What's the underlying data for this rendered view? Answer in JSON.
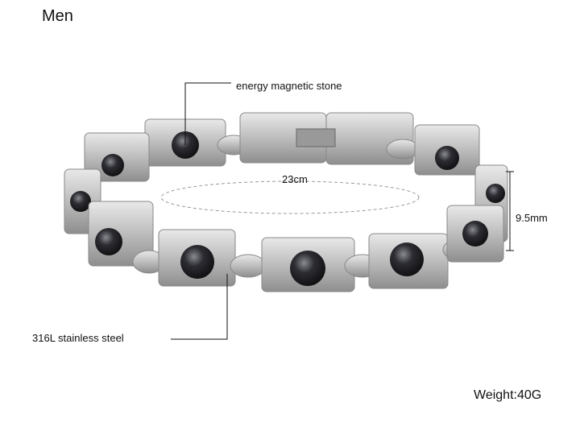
{
  "title": "Men",
  "annotations": {
    "stone": "energy magnetic stone",
    "length": "23cm",
    "width": "9.5mm",
    "material": "316L stainless steel"
  },
  "weight": "Weight:40G",
  "colors": {
    "steel": "#c9c9c9",
    "stone": "#2a2a2e",
    "line": "#111111"
  }
}
